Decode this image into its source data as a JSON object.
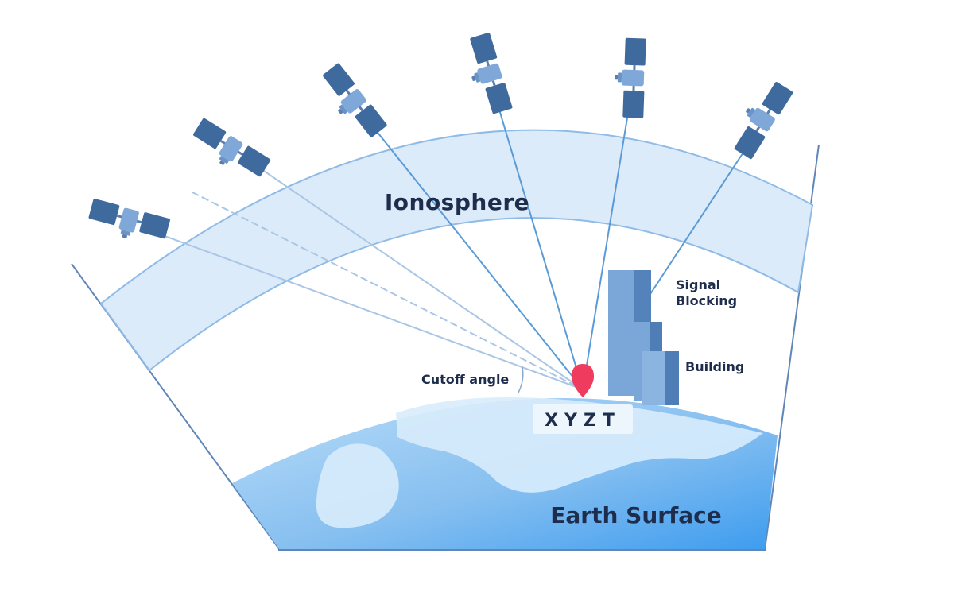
{
  "labels": {
    "ionosphere": "Ionosphere",
    "earth_surface": "Earth Surface",
    "signal_blocking_line1": "Signal",
    "signal_blocking_line2": "Blocking",
    "building": "Building",
    "cutoff_angle": "Cutoff angle",
    "receiver_code": "XYZT"
  },
  "colors": {
    "ionosphere_band": "#dcebfa",
    "ionosphere_edge": "#8fbbe6",
    "sky_edge": "#5f86b8",
    "signal_line": "#5a9bd6",
    "signal_line_faint": "#a9c6e4",
    "satellite_panel": "#3f6a9e",
    "satellite_body": "#7fa8d8",
    "building_light": "#6e9dd2",
    "building_dark": "#4f7db5",
    "earth_light": "#cfe7fb",
    "earth_mid": "#9ccbf3",
    "earth_dark": "#4aa3ef",
    "marker": "#ef3b5d",
    "text_dark": "#1f2d4d"
  },
  "icons": [
    "satellite-icon",
    "location-pin-icon",
    "building-icon"
  ]
}
